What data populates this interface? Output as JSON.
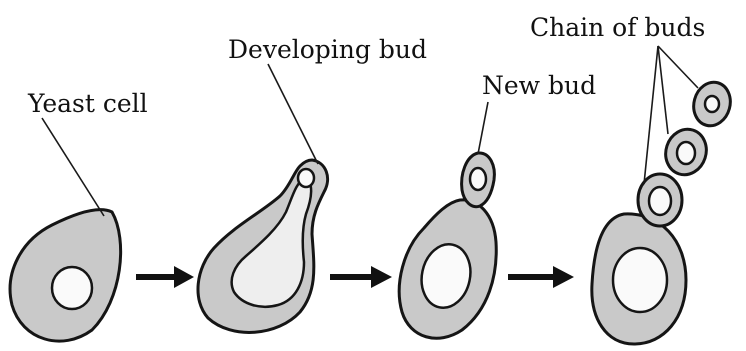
{
  "labels": {
    "yeast_cell": "Yeast cell",
    "developing_bud": "Developing bud",
    "new_bud": "New bud",
    "chain_of_buds": "Chain of buds"
  },
  "colors": {
    "cell_fill": "#c9c9c9",
    "outline": "#151515",
    "nucleus_fill": "#fafafa",
    "background": "#ffffff"
  },
  "stages": [
    "yeast-cell",
    "developing-bud",
    "new-bud",
    "chain-of-buds"
  ]
}
